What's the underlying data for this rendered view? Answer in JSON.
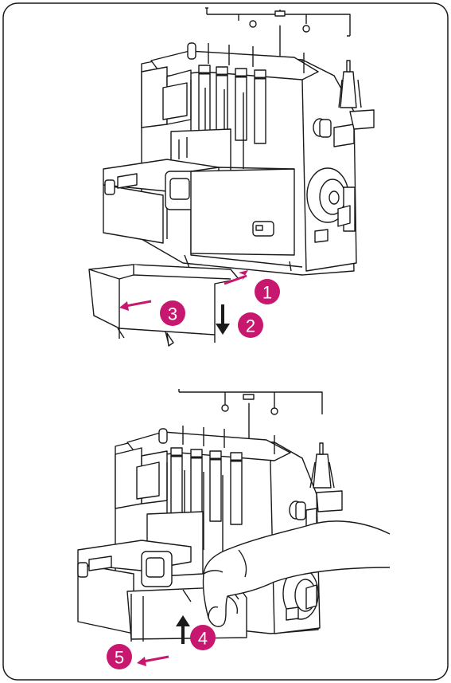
{
  "figure": {
    "accent_color": "#c8176e",
    "line_color": "#1a1a1a",
    "background": "#ffffff"
  },
  "top_illustration": {
    "description_icon": "overlock-machine-icon",
    "steps": [
      {
        "label": "1",
        "arrow": "arrow-right-up-icon"
      },
      {
        "label": "2",
        "arrow": "arrow-down-icon"
      },
      {
        "label": "3",
        "arrow": "arrow-left-icon"
      }
    ]
  },
  "bottom_illustration": {
    "description_icon": "overlock-machine-with-hand-icon",
    "steps": [
      {
        "label": "4",
        "arrow": "arrow-up-icon"
      },
      {
        "label": "5",
        "arrow": "arrow-left-down-icon"
      }
    ]
  }
}
